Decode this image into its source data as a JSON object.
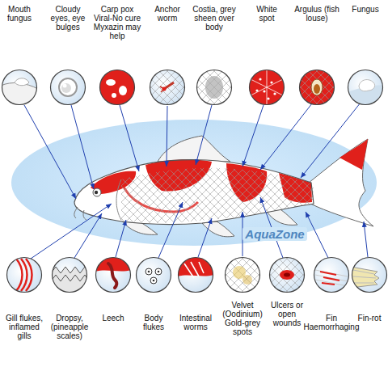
{
  "diagram": {
    "nodes": [
      {
        "text": [
          "Mouth fungus"
        ]
      },
      {
        "text": [
          "Cloudy eyes, eye bulges"
        ]
      },
      {
        "text": [
          "Carp pox Viral-No cure Myxazin may help"
        ]
      },
      {
        "text": [
          "Anchor worm"
        ]
      },
      {
        "text": [
          "Costia, grey sheen over body"
        ]
      },
      {
        "text": [
          "White spot"
        ]
      },
      {
        "text": [
          "Argulus (fish louse)"
        ]
      },
      {
        "text": [
          "Fungus"
        ]
      },
      {
        "text": [
          "Gill flukes, inflamed gills"
        ]
      },
      {
        "text": [
          "Dropsy, (pineapple scales)"
        ]
      },
      {
        "text": [
          "Leech"
        ]
      },
      {
        "text": [
          "Body flukes"
        ]
      },
      {
        "text": [
          "Intestinal worms"
        ]
      },
      {
        "text": [
          "Velvet (Oodinium) Gold-grey spots"
        ]
      },
      {
        "text": [
          "Ulcers or open wounds"
        ]
      },
      {
        "text": [
          "Fin Haemorrhaging"
        ]
      },
      {
        "text": [
          "Fin-rot"
        ]
      }
    ],
    "labels": [
      "AquaZone"
    ]
  }
}
